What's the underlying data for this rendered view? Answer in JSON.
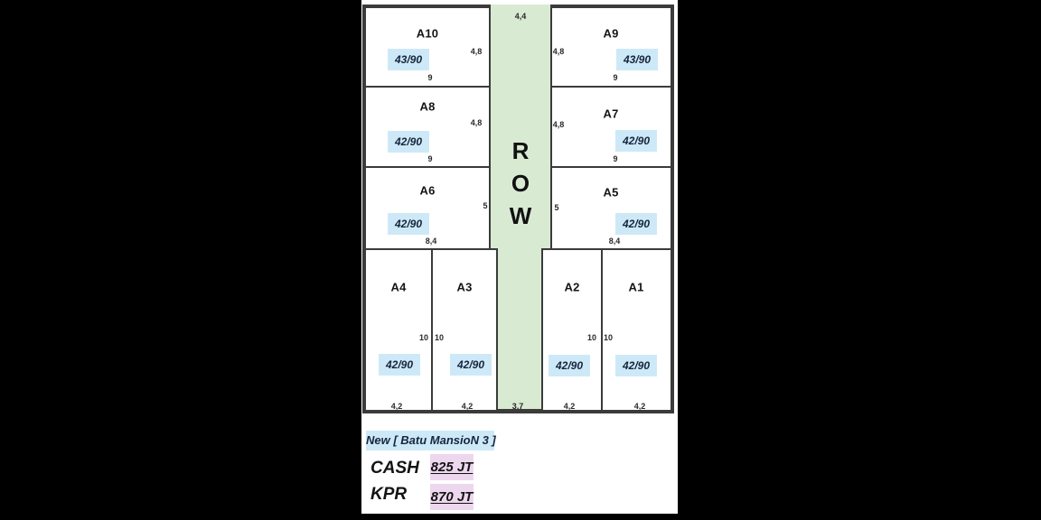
{
  "plan": {
    "road": {
      "name": "ROW",
      "letters": [
        "R",
        "O",
        "W"
      ],
      "top_dim": "4,4",
      "bottom_dim": "3,7"
    },
    "lots": {
      "a10": {
        "name": "A10",
        "area": "43/90",
        "side_dim": "4,8",
        "bottom_dim": "9"
      },
      "a9": {
        "name": "A9",
        "area": "43/90",
        "side_dim": "4,8",
        "bottom_dim": "9"
      },
      "a8": {
        "name": "A8",
        "area": "42/90",
        "side_dim": "4,8",
        "bottom_dim": "9"
      },
      "a7": {
        "name": "A7",
        "area": "42/90",
        "side_dim": "4,8",
        "bottom_dim": "9"
      },
      "a6": {
        "name": "A6",
        "area": "42/90",
        "side_dim": "5",
        "bottom_dim": "8,4"
      },
      "a5": {
        "name": "A5",
        "area": "42/90",
        "side_dim": "5",
        "bottom_dim": "8,4"
      },
      "a4": {
        "name": "A4",
        "area": "42/90",
        "side_dim": "10",
        "bottom_dim": "4,2"
      },
      "a3": {
        "name": "A3",
        "area": "42/90",
        "side_dim": "10",
        "bottom_dim": "4,2"
      },
      "a2": {
        "name": "A2",
        "area": "42/90",
        "side_dim": "10",
        "bottom_dim": "4,2"
      },
      "a1": {
        "name": "A1",
        "area": "42/90",
        "side_dim": "10",
        "bottom_dim": "4,2"
      }
    }
  },
  "legend": {
    "project": "New [ Batu MansioN 3 ]",
    "cash_label": "CASH",
    "cash_value": "825 JT",
    "kpr_label": "KPR",
    "kpr_value": "870 JT"
  },
  "colors": {
    "road-green": "#d9ead3",
    "badge-blue": "#cde9f7",
    "price-pink": "#edd7ee",
    "line": "#3b3b3b",
    "area-text": "#16253e"
  }
}
